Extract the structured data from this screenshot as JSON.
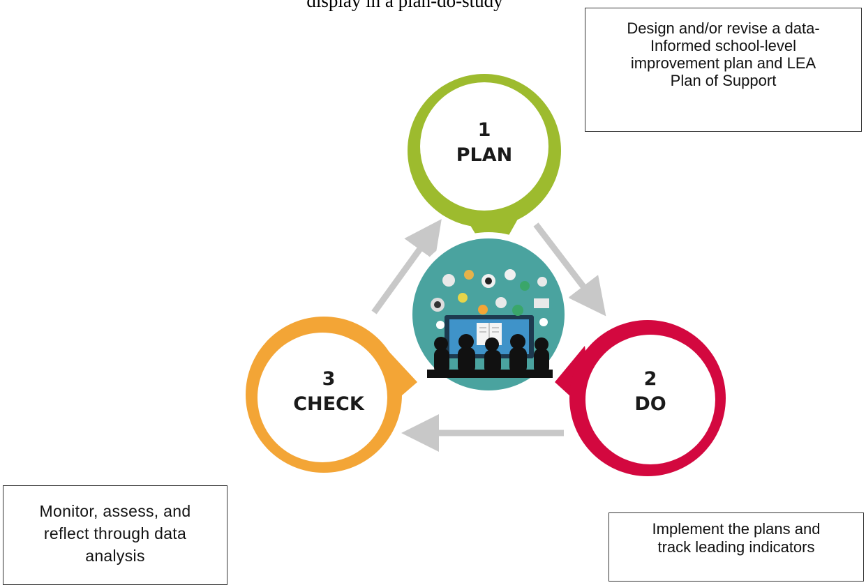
{
  "caption_top": "display in a plan-do-study",
  "colors": {
    "plan": "#9dbb2e",
    "do": "#d3083f",
    "check": "#f3a536",
    "center": "#4aa39f",
    "arrow": "#c8c8c8"
  },
  "stages": {
    "plan": {
      "number": "1",
      "label": "PLAN"
    },
    "do": {
      "number": "2",
      "label": "DO"
    },
    "check": {
      "number": "3",
      "label": "CHECK"
    }
  },
  "boxes": {
    "plan": [
      "Design and/or revise a data-",
      "Informed school-level",
      "improvement plan and LEA",
      "Plan of Support"
    ],
    "do": [
      "Implement the plans and",
      "track leading indicators"
    ],
    "check": [
      "Monitor, assess, and",
      "reflect through data",
      "analysis"
    ]
  },
  "center_image": "classroom-technology-illustration"
}
